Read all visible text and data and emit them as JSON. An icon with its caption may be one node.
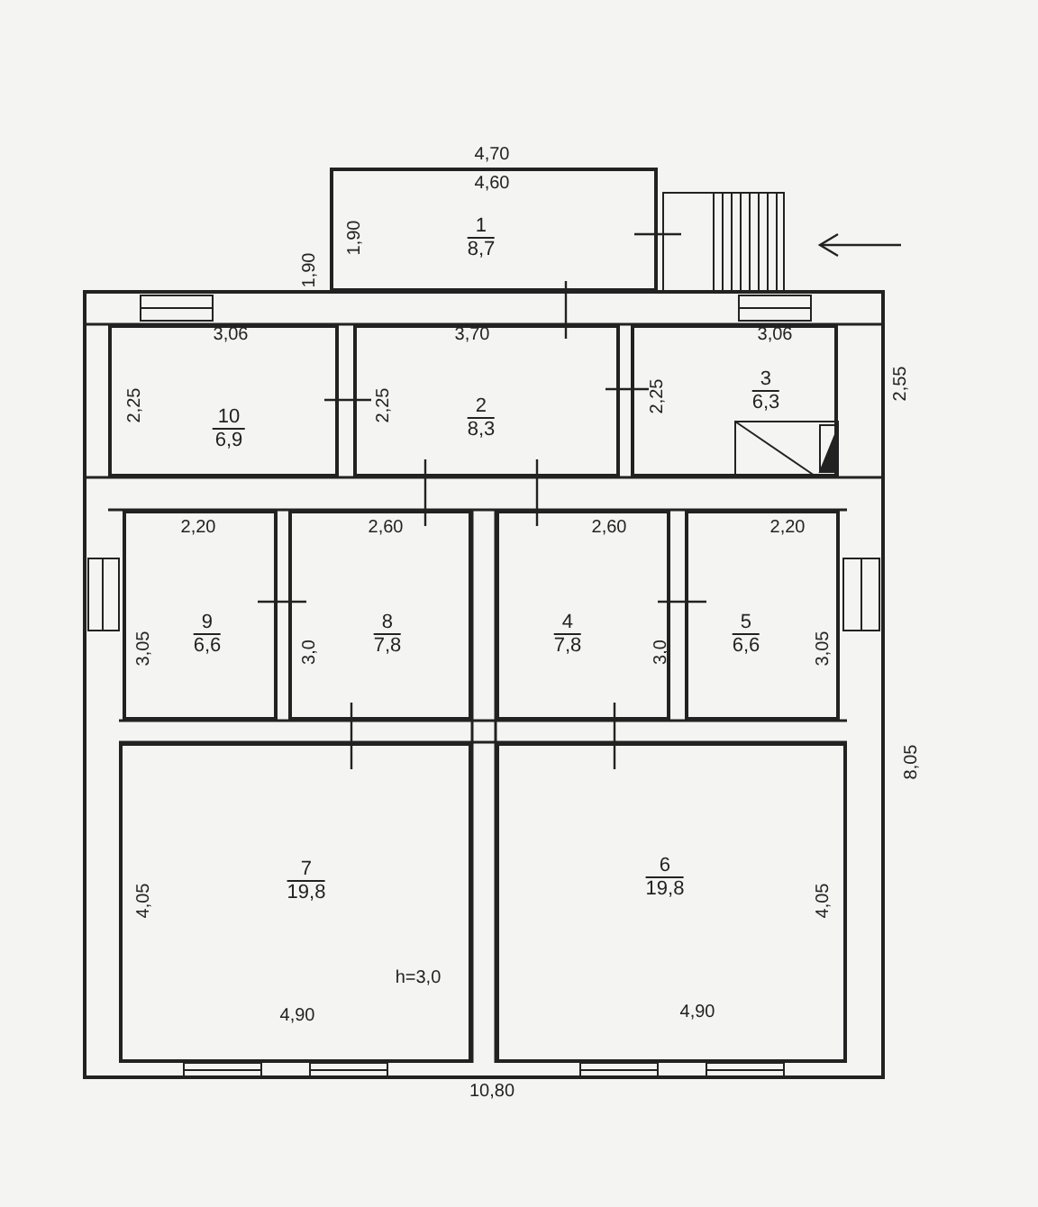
{
  "diagram": {
    "nodes": [
      {
        "text": [
          "1",
          "8,7"
        ]
      },
      {
        "text": [
          "10",
          "6,9"
        ]
      },
      {
        "text": [
          "2",
          "8,3"
        ]
      },
      {
        "text": [
          "3",
          "6,3"
        ]
      },
      {
        "text": [
          "9",
          "6,6"
        ]
      },
      {
        "text": [
          "8",
          "7,8"
        ]
      },
      {
        "text": [
          "4",
          "7,8"
        ]
      },
      {
        "text": [
          "5",
          "6,6"
        ]
      },
      {
        "text": [
          "7",
          "19,8"
        ]
      },
      {
        "text": [
          "6",
          "19,8"
        ]
      }
    ],
    "labels": [
      "4,70",
      "4,60",
      "1,90",
      "1,90",
      "3,06",
      "3,70",
      "3,06",
      "2,55",
      "2,25",
      "2,25",
      "2,25",
      "2,20",
      "2,60",
      "2,60",
      "2,20",
      "3,05",
      "3,0",
      "3,0",
      "3,05",
      "8,05",
      "4,05",
      "4,05",
      "h=3,0",
      "4,90",
      "4,90",
      "10,80"
    ]
  }
}
